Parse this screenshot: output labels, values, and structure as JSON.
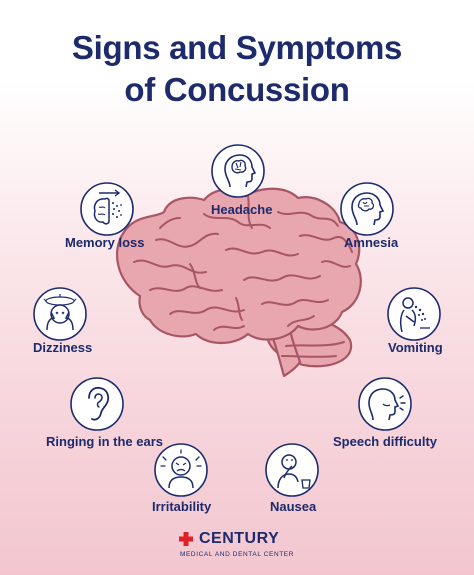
{
  "title": {
    "line1": "Signs and Symptoms",
    "line2": "of Concussion"
  },
  "symptoms": [
    {
      "label": "Headache",
      "icon": "head-brain-icon"
    },
    {
      "label": "Memory loss",
      "icon": "brain-forward-icon"
    },
    {
      "label": "Amnesia",
      "icon": "head-profile-icon"
    },
    {
      "label": "Dizziness",
      "icon": "dizzy-face-icon"
    },
    {
      "label": "Vomiting",
      "icon": "vomiting-person-icon"
    },
    {
      "label": "Ringing in the ears",
      "icon": "ear-icon"
    },
    {
      "label": "Speech difficulty",
      "icon": "speaking-face-icon"
    },
    {
      "label": "Irritability",
      "icon": "angry-face-icon"
    },
    {
      "label": "Nausea",
      "icon": "nauseous-person-icon"
    }
  ],
  "logo": {
    "name": "CENTURY",
    "subtitle": "MEDICAL AND DENTAL CENTER"
  },
  "colors": {
    "navy": "#1d2a6c",
    "brain_fill": "#e8a6ae",
    "brain_stroke": "#a85566",
    "logo_red": "#e02027"
  }
}
